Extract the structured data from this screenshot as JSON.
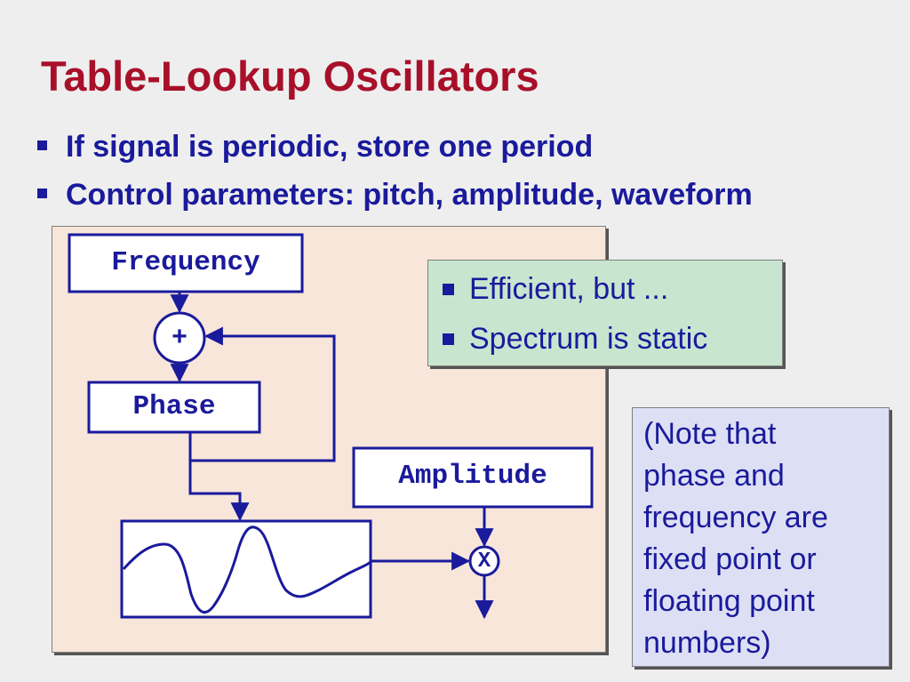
{
  "slide": {
    "title": "Table-Lookup Oscillators",
    "bullets": [
      "If signal is periodic, store one period",
      "Control parameters: pitch, amplitude, waveform"
    ]
  },
  "diagram": {
    "frequency_label": "Frequency",
    "adder_symbol": "+",
    "phase_label": "Phase",
    "amplitude_label": "Amplitude",
    "multiplier_symbol": "X"
  },
  "notes": {
    "green_items": [
      "Efficient, but ...",
      "Spectrum is static"
    ],
    "blue_text": "(Note that\nphase and\nfrequency are\nfixed point or\nfloating point\nnumbers)"
  },
  "colors": {
    "title": "#a8102a",
    "text": "#1a1a9c",
    "diagram_bg": "#f7e6d9",
    "green_note_bg": "#c8e6cf",
    "blue_note_bg": "#dde0f4"
  }
}
